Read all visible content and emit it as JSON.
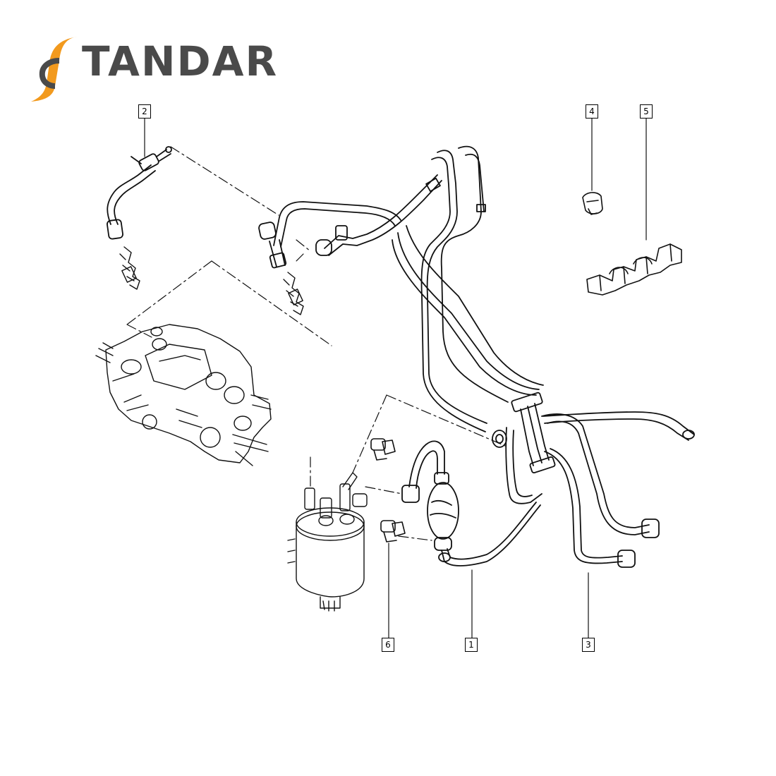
{
  "brand": {
    "name": "TANDAR",
    "text_color": "#4a4a4a",
    "accent_color": "#f29a1e"
  },
  "callouts": [
    {
      "id": "callout-1",
      "label": "1"
    },
    {
      "id": "callout-2",
      "label": "2"
    },
    {
      "id": "callout-3",
      "label": "3"
    },
    {
      "id": "callout-4",
      "label": "4"
    },
    {
      "id": "callout-5",
      "label": "5"
    },
    {
      "id": "callout-6",
      "label": "6"
    }
  ],
  "colors": {
    "line": "#111111",
    "background": "#ffffff"
  }
}
